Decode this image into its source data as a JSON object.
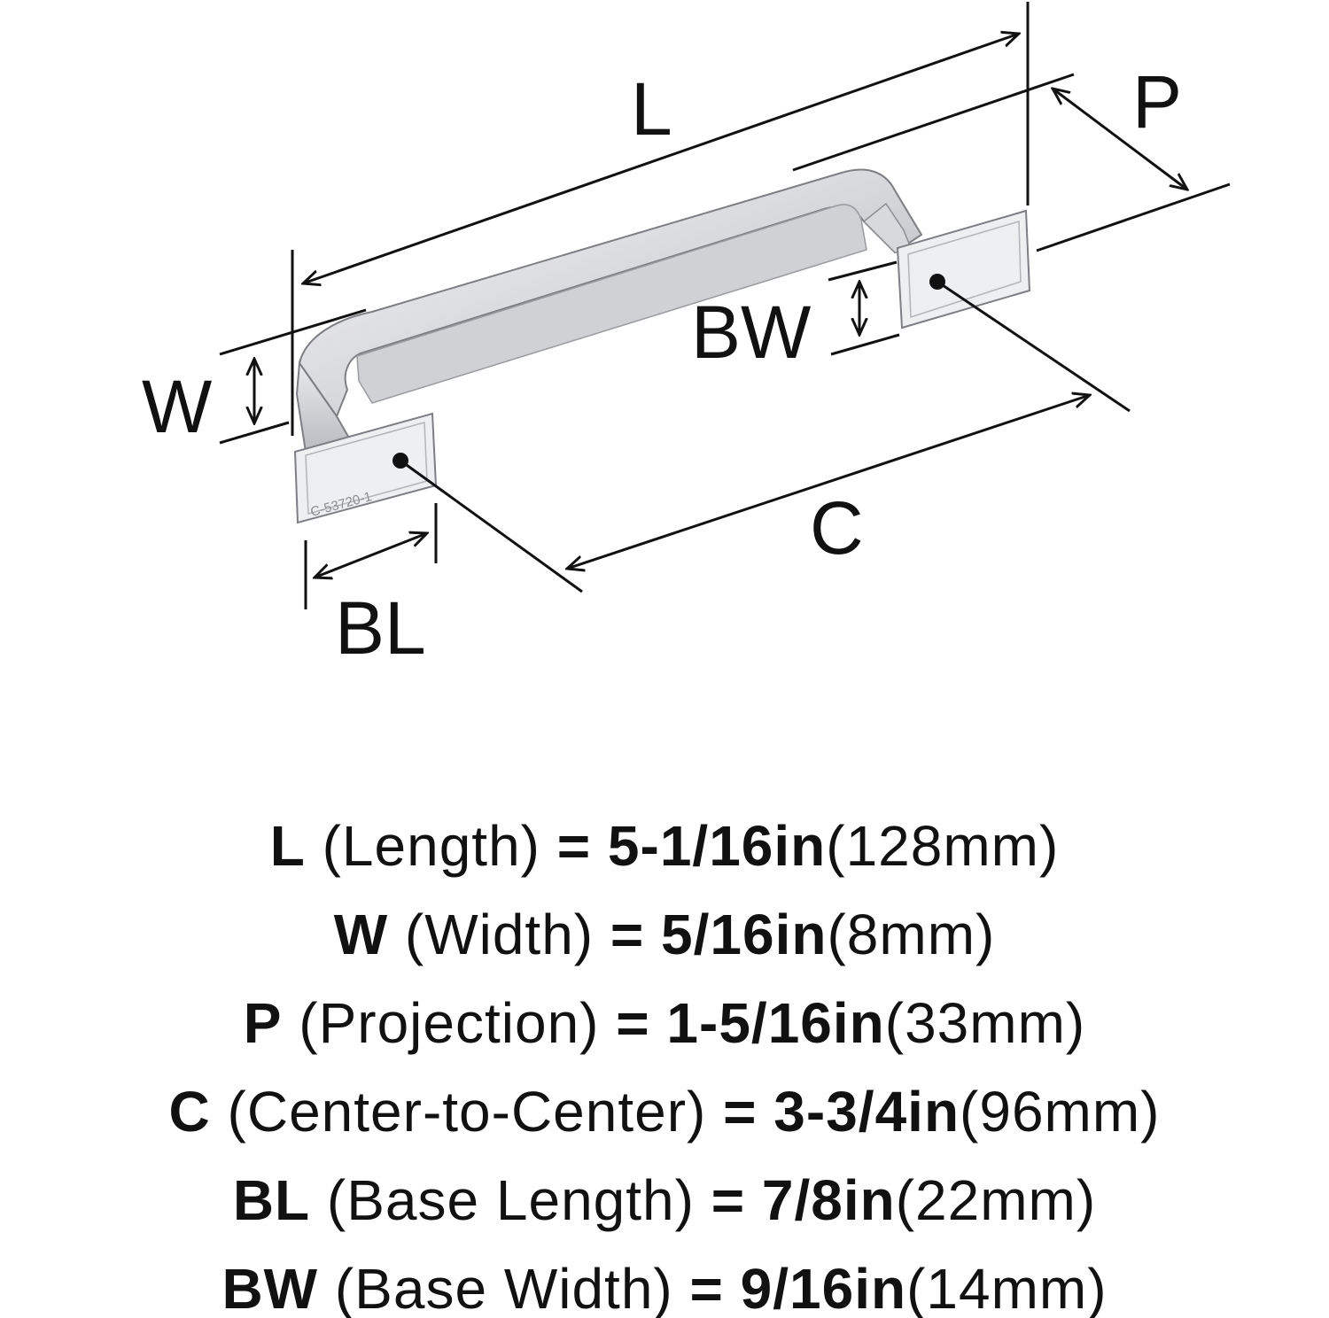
{
  "diagram": {
    "labels": {
      "L": "L",
      "P": "P",
      "W": "W",
      "BW": "BW",
      "C": "C",
      "BL": "BL"
    },
    "part_number": "C-53720-1"
  },
  "specs": [
    {
      "key": "L",
      "name": "(Length)",
      "eq": "=",
      "imperial": "5-1/16in",
      "metric": "(128mm)"
    },
    {
      "key": "W",
      "name": "(Width)",
      "eq": "=",
      "imperial": "5/16in",
      "metric": "(8mm)"
    },
    {
      "key": "P",
      "name": "(Projection)",
      "eq": "=",
      "imperial": "1-5/16in",
      "metric": "(33mm)"
    },
    {
      "key": "C",
      "name": "(Center-to-Center)",
      "eq": "=",
      "imperial": "3-3/4in",
      "metric": "(96mm)"
    },
    {
      "key": "BL",
      "name": "(Base Length)",
      "eq": "=",
      "imperial": "7/8in",
      "metric": "(22mm)"
    },
    {
      "key": "BW",
      "name": "(Base Width)",
      "eq": "=",
      "imperial": "9/16in",
      "metric": "(14mm)"
    }
  ],
  "colors": {
    "line": "#111111",
    "metal_light": "#f2f2f4",
    "metal_mid": "#c9cbd0",
    "metal_dark": "#8e9096"
  }
}
